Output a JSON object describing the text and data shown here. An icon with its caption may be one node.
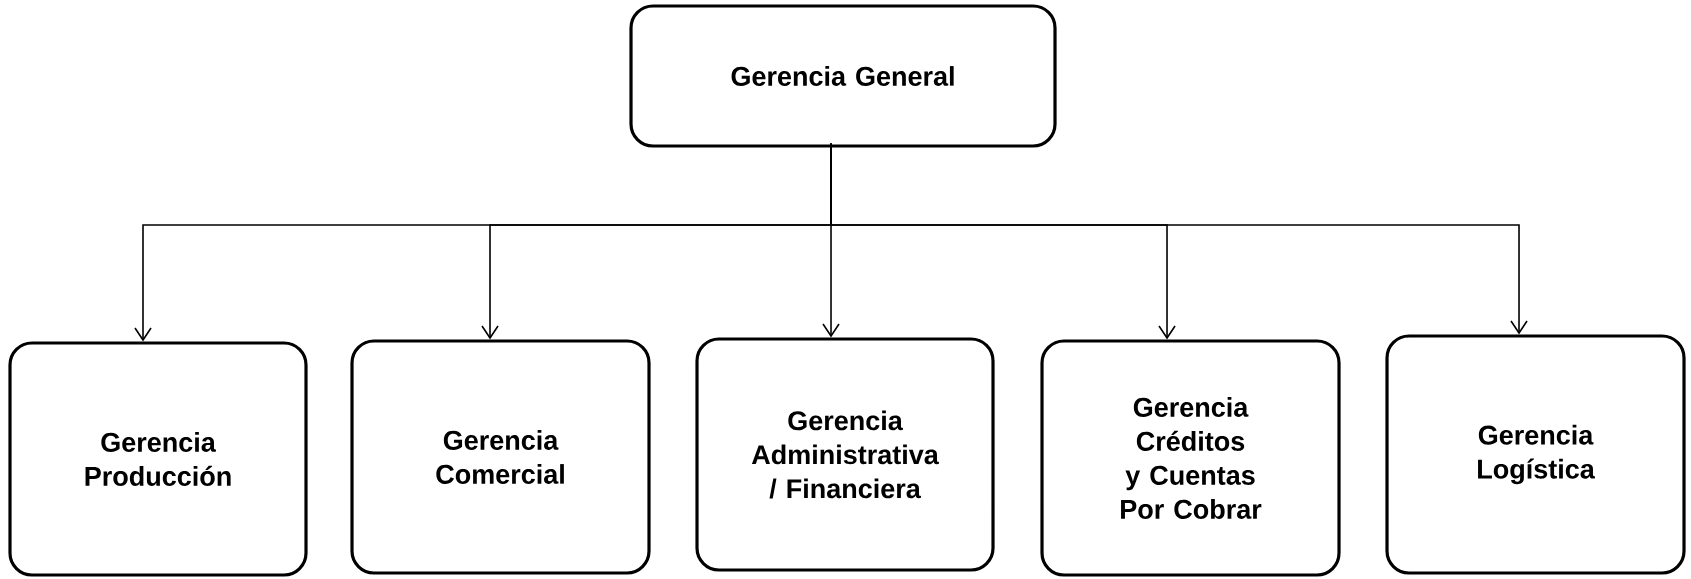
{
  "diagram": {
    "nodes": [
      {
        "text": [
          "Gerencia General"
        ]
      },
      {
        "text": [
          "Gerencia Producción"
        ]
      },
      {
        "text": [
          "Gerencia Comercial"
        ]
      },
      {
        "text": [
          "Gerencia Administrativa / Financiera"
        ]
      },
      {
        "text": [
          "Gerencia Créditos y Cuentas Por Cobrar"
        ]
      },
      {
        "text": [
          "Gerencia Logística"
        ]
      }
    ],
    "edges": [
      {
        "from": 0,
        "to": 1,
        "arrow": "to"
      },
      {
        "from": 0,
        "to": 2,
        "arrow": "to"
      },
      {
        "from": 0,
        "to": 3,
        "arrow": "to"
      },
      {
        "from": 0,
        "to": 4,
        "arrow": "to"
      },
      {
        "from": 0,
        "to": 5,
        "arrow": "to"
      }
    ]
  }
}
